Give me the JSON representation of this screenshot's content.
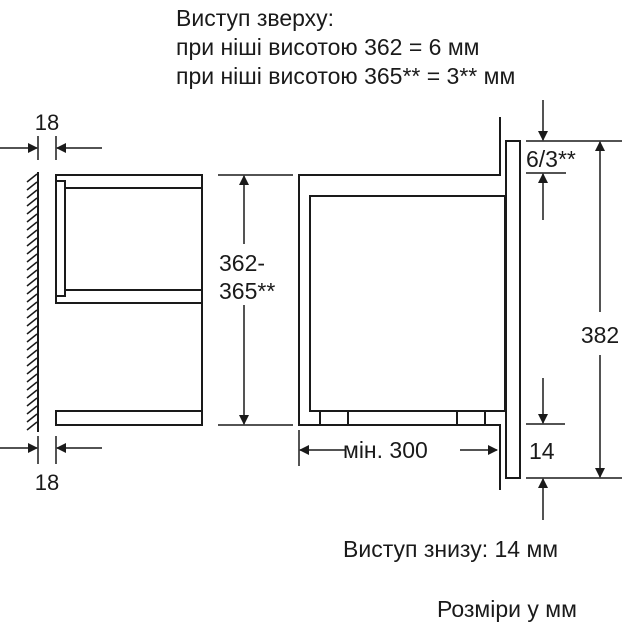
{
  "header_notes": {
    "line1": "Виступ зверху:",
    "line2": "при ніші висотою 362 = 6 мм",
    "line3": "при ніші висотою 365** = 3** мм"
  },
  "dimensions": {
    "left_top_thickness": "18",
    "left_bottom_thickness": "18",
    "niche_height_line1": "362-",
    "niche_height_line2": "365**",
    "top_protrusion": "6/3**",
    "total_height": "382",
    "bottom_protrusion": "14",
    "min_depth": "мін. 300"
  },
  "footer_notes": {
    "bottom_protrusion_note": "Виступ знизу: 14 мм",
    "units_note": "Розміри у мм"
  }
}
